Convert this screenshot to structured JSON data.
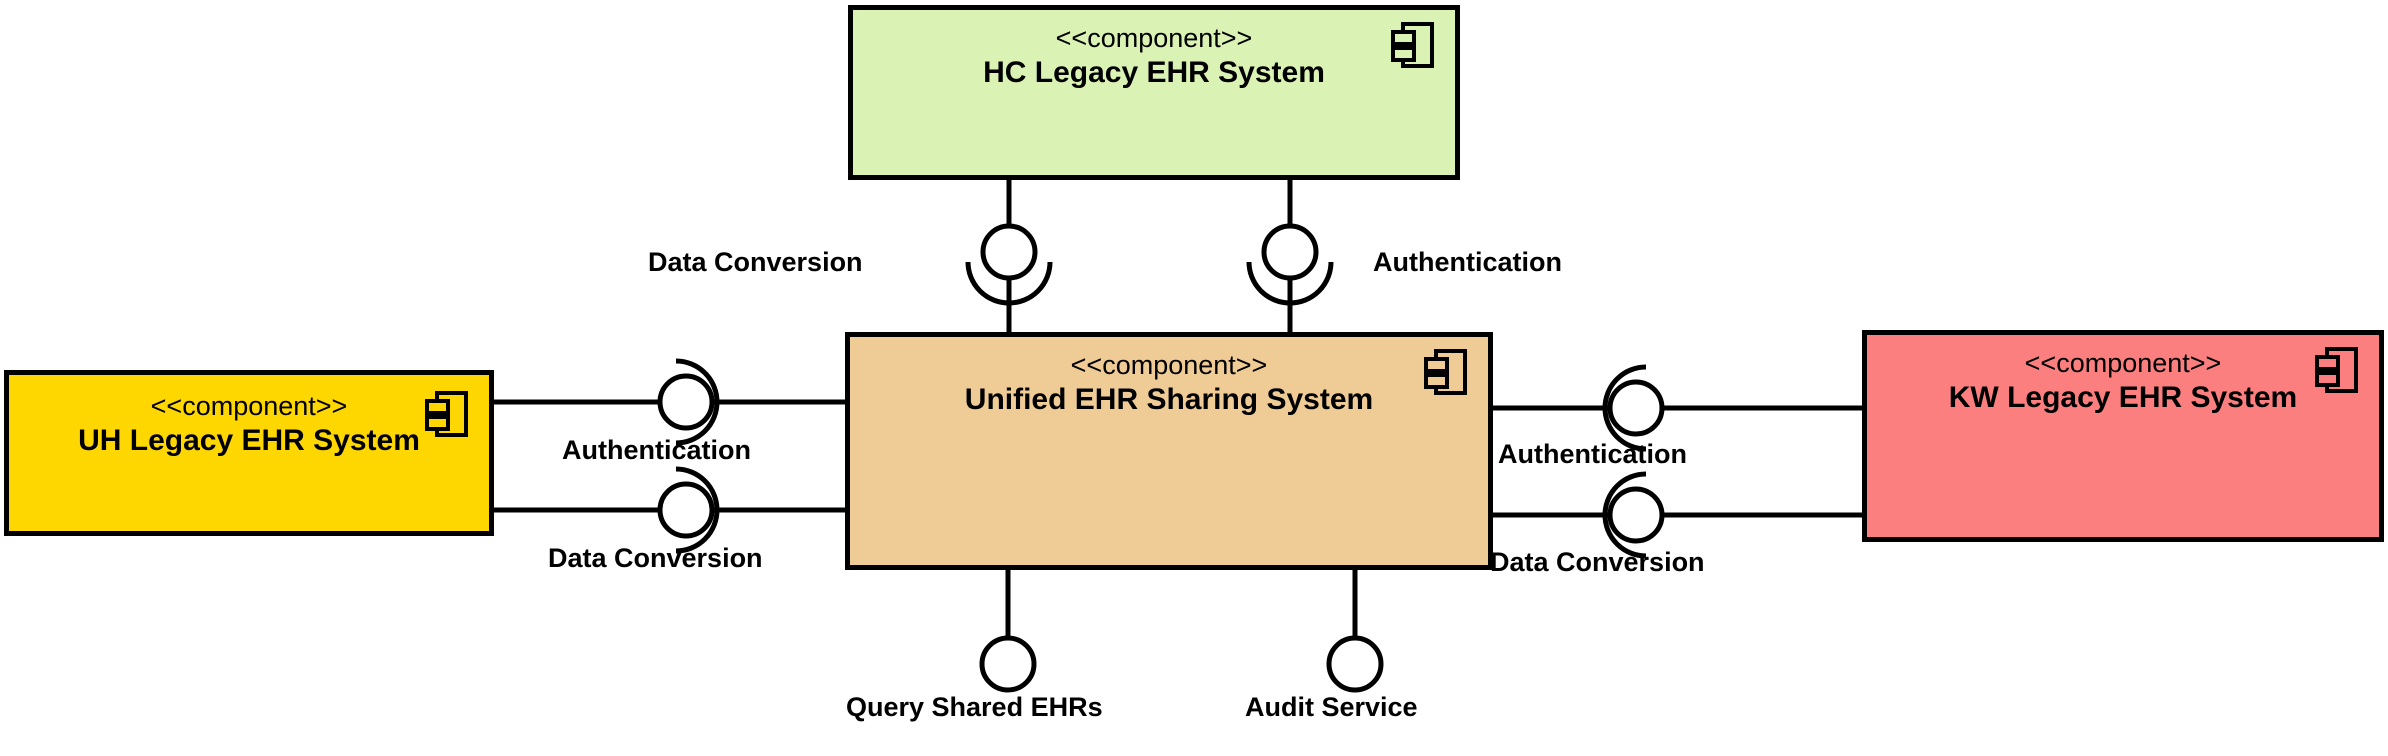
{
  "diagram": {
    "type": "uml-component-diagram",
    "title": "Unified EHR Sharing System component diagram",
    "stereotype_label": "<<component>>",
    "colors": {
      "hc_fill": "#DAF2B4",
      "unified_fill": "#EFCC96",
      "uh_fill": "#FFD700",
      "kw_fill": "#FB7F7F",
      "stroke": "#000000",
      "background": "#FFFFFF"
    }
  },
  "components": [
    {
      "id": "hc",
      "stereotype": "<<component>>",
      "name": "HC Legacy EHR System",
      "fill": "#DAF2B4",
      "icon": "component-icon"
    },
    {
      "id": "unified",
      "stereotype": "<<component>>",
      "name": "Unified EHR Sharing System",
      "fill": "#EFCC96",
      "icon": "component-icon"
    },
    {
      "id": "uh",
      "stereotype": "<<component>>",
      "name": "UH Legacy EHR System",
      "fill": "#FFD700",
      "icon": "component-icon"
    },
    {
      "id": "kw",
      "stereotype": "<<component>>",
      "name": "KW Legacy EHR System",
      "fill": "#FB7F7F",
      "icon": "component-icon"
    }
  ],
  "interfaces": [
    {
      "id": "top-data-conversion",
      "label": "Data Conversion",
      "kind": "assembly-connector",
      "between": [
        "hc",
        "unified"
      ],
      "orientation": "vertical",
      "label_side": "left"
    },
    {
      "id": "top-authentication",
      "label": "Authentication",
      "kind": "assembly-connector",
      "between": [
        "hc",
        "unified"
      ],
      "orientation": "vertical",
      "label_side": "right"
    },
    {
      "id": "left-authentication",
      "label": "Authentication",
      "kind": "assembly-connector",
      "between": [
        "uh",
        "unified"
      ],
      "orientation": "horizontal",
      "label_side": "below"
    },
    {
      "id": "left-data-conversion",
      "label": "Data Conversion",
      "kind": "assembly-connector",
      "between": [
        "uh",
        "unified"
      ],
      "orientation": "horizontal",
      "label_side": "below"
    },
    {
      "id": "right-authentication",
      "label": "Authentication",
      "kind": "assembly-connector",
      "between": [
        "unified",
        "kw"
      ],
      "orientation": "horizontal",
      "label_side": "below"
    },
    {
      "id": "right-data-conversion",
      "label": "Data Conversion",
      "kind": "assembly-connector",
      "between": [
        "unified",
        "kw"
      ],
      "orientation": "horizontal",
      "label_side": "below"
    },
    {
      "id": "bottom-query-shared-ehrs",
      "label": "Query Shared EHRs",
      "kind": "provided-interface",
      "between": [
        "unified"
      ],
      "orientation": "vertical",
      "label_side": "below"
    },
    {
      "id": "bottom-audit-service",
      "label": "Audit Service",
      "kind": "provided-interface",
      "between": [
        "unified"
      ],
      "orientation": "vertical",
      "label_side": "below"
    }
  ]
}
